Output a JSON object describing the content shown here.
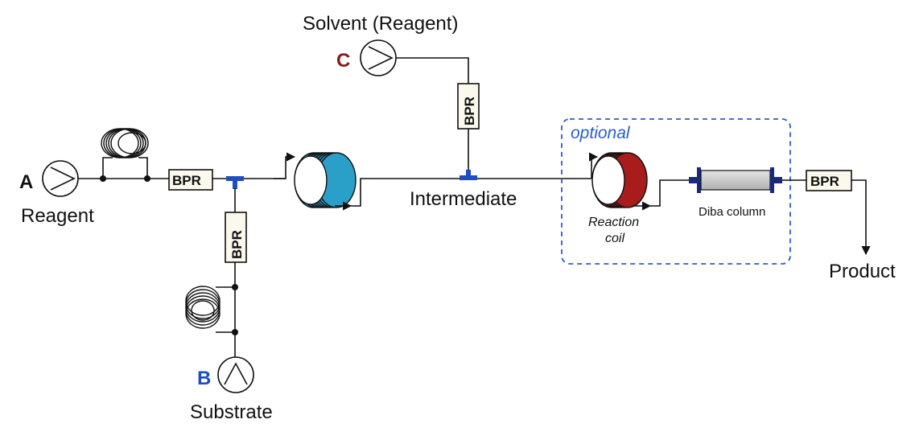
{
  "labels": {
    "pump_a_letter": "A",
    "pump_a_name": "Reagent",
    "pump_b_letter": "B",
    "pump_b_name": "Substrate",
    "pump_c_letter": "C",
    "pump_c_name": "Solvent (Reagent)",
    "intermediate": "Intermediate",
    "product": "Product",
    "optional": "optional",
    "reaction_coil_line1": "Reaction",
    "reaction_coil_line2": "coil",
    "column": "Diba column",
    "bpr": "BPR"
  },
  "colors": {
    "pump_b_letter": "#1a4fc4",
    "pump_c_letter": "#8b1a1a",
    "optional_box": "#2b5fc7",
    "tee_connector": "#1f4fbf",
    "first_coil": "#2aa0c8",
    "reaction_coil": "#a81c1c",
    "column_body": "#c8c8c8",
    "column_caps": "#1a2a7a"
  }
}
